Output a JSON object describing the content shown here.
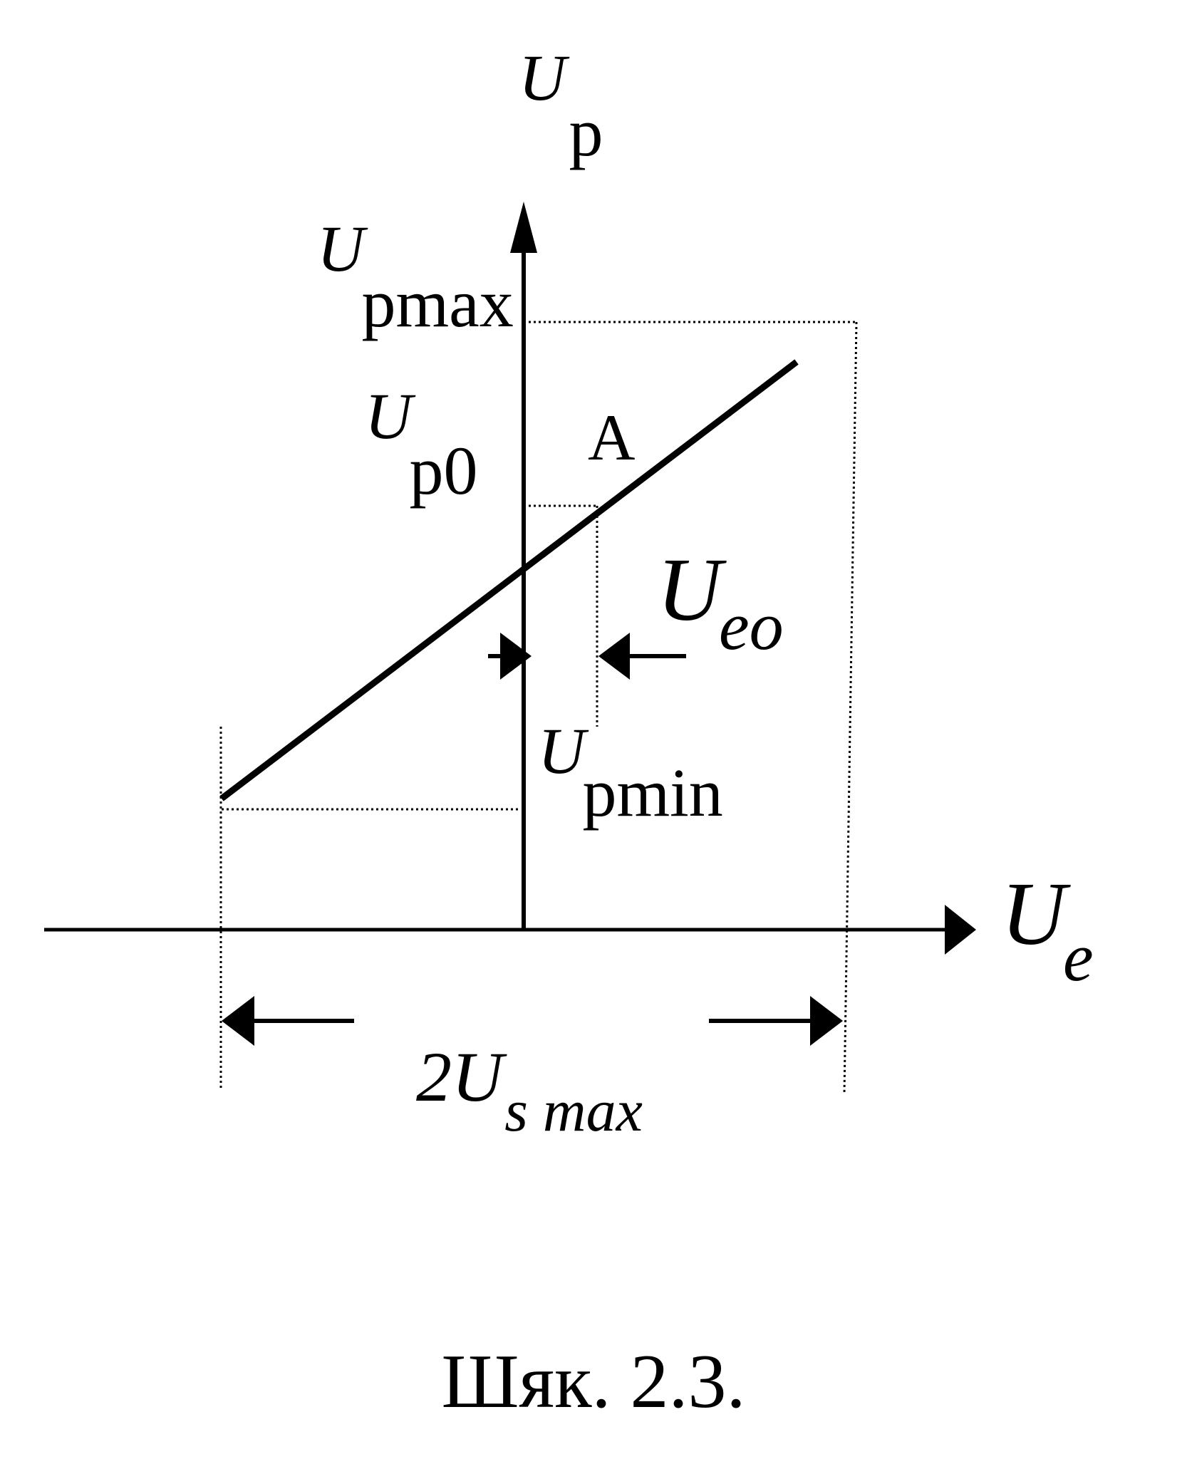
{
  "diagram": {
    "labels": {
      "up_axis": {
        "main": "U",
        "sub": "p"
      },
      "ue_axis": {
        "main": "U",
        "sub": "e"
      },
      "up_max": {
        "main": "U",
        "sub": "pmax"
      },
      "up_0": {
        "main": "U",
        "sub": "p0"
      },
      "point_a": "A",
      "ue_0": {
        "main": "U",
        "sub": "eo"
      },
      "up_min": {
        "main": "U",
        "sub": "pmin"
      },
      "us_max": {
        "prefix": "2",
        "main": "U",
        "sub": "s max"
      }
    },
    "caption": "Шяк. 2.3."
  }
}
